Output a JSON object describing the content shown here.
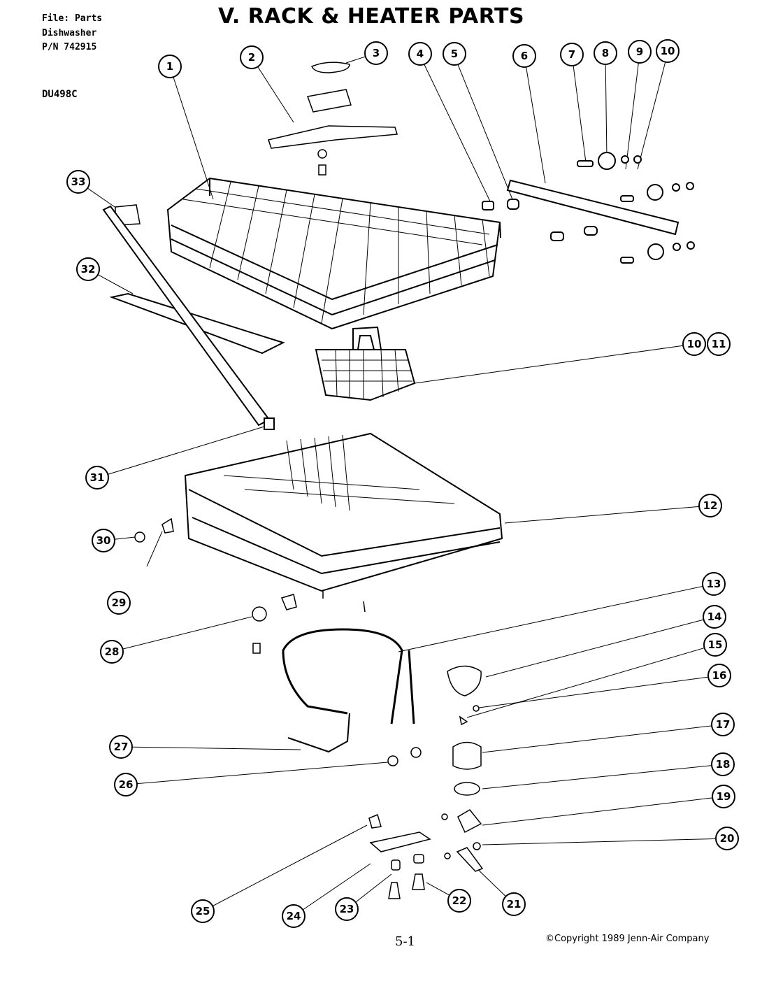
{
  "header": {
    "file_line": "File: Parts",
    "type_line": "Dishwasher",
    "pn_line": "P/N 742915",
    "model": "DU498C"
  },
  "title": "V. RACK & HEATER PARTS",
  "footer": {
    "page_number": "5-1",
    "copyright": "©Copyright 1989 Jenn-Air Company"
  },
  "callouts": [
    "1",
    "2",
    "3",
    "4",
    "5",
    "6",
    "7",
    "8",
    "9",
    "10",
    "10",
    "11",
    "12",
    "13",
    "14",
    "15",
    "16",
    "17",
    "18",
    "19",
    "20",
    "21",
    "22",
    "23",
    "24",
    "25",
    "26",
    "27",
    "28",
    "29",
    "30",
    "31",
    "32",
    "33"
  ]
}
